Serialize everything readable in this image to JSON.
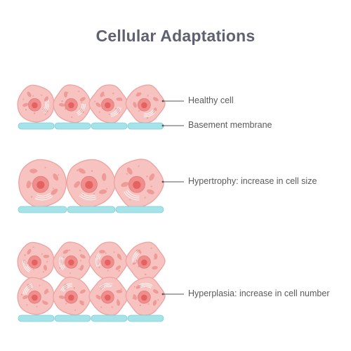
{
  "title": "Cellular Adaptations",
  "labels": {
    "healthy": "Healthy cell",
    "basement": "Basement membrane",
    "hypertrophy": "Hypertrophy: increase in cell size",
    "hyperplasia": "Hyperplasia: increase in cell number"
  },
  "stock_id": "724911405",
  "colors": {
    "cell_fill": "#f7c3c0",
    "cell_stroke": "#eea29f",
    "nucleus": "#ef8e8c",
    "nucleolus": "#e4625f",
    "organelle": "#ee9a97",
    "membrane": "#a6e3e8",
    "membrane_stroke": "#7dcfd7",
    "title": "#5f6170",
    "label": "#5a5a5a",
    "leader": "#555555"
  },
  "icons": {
    "cell": "cell-icon",
    "nucleus": "nucleus-icon",
    "membrane": "basement-membrane-icon"
  }
}
